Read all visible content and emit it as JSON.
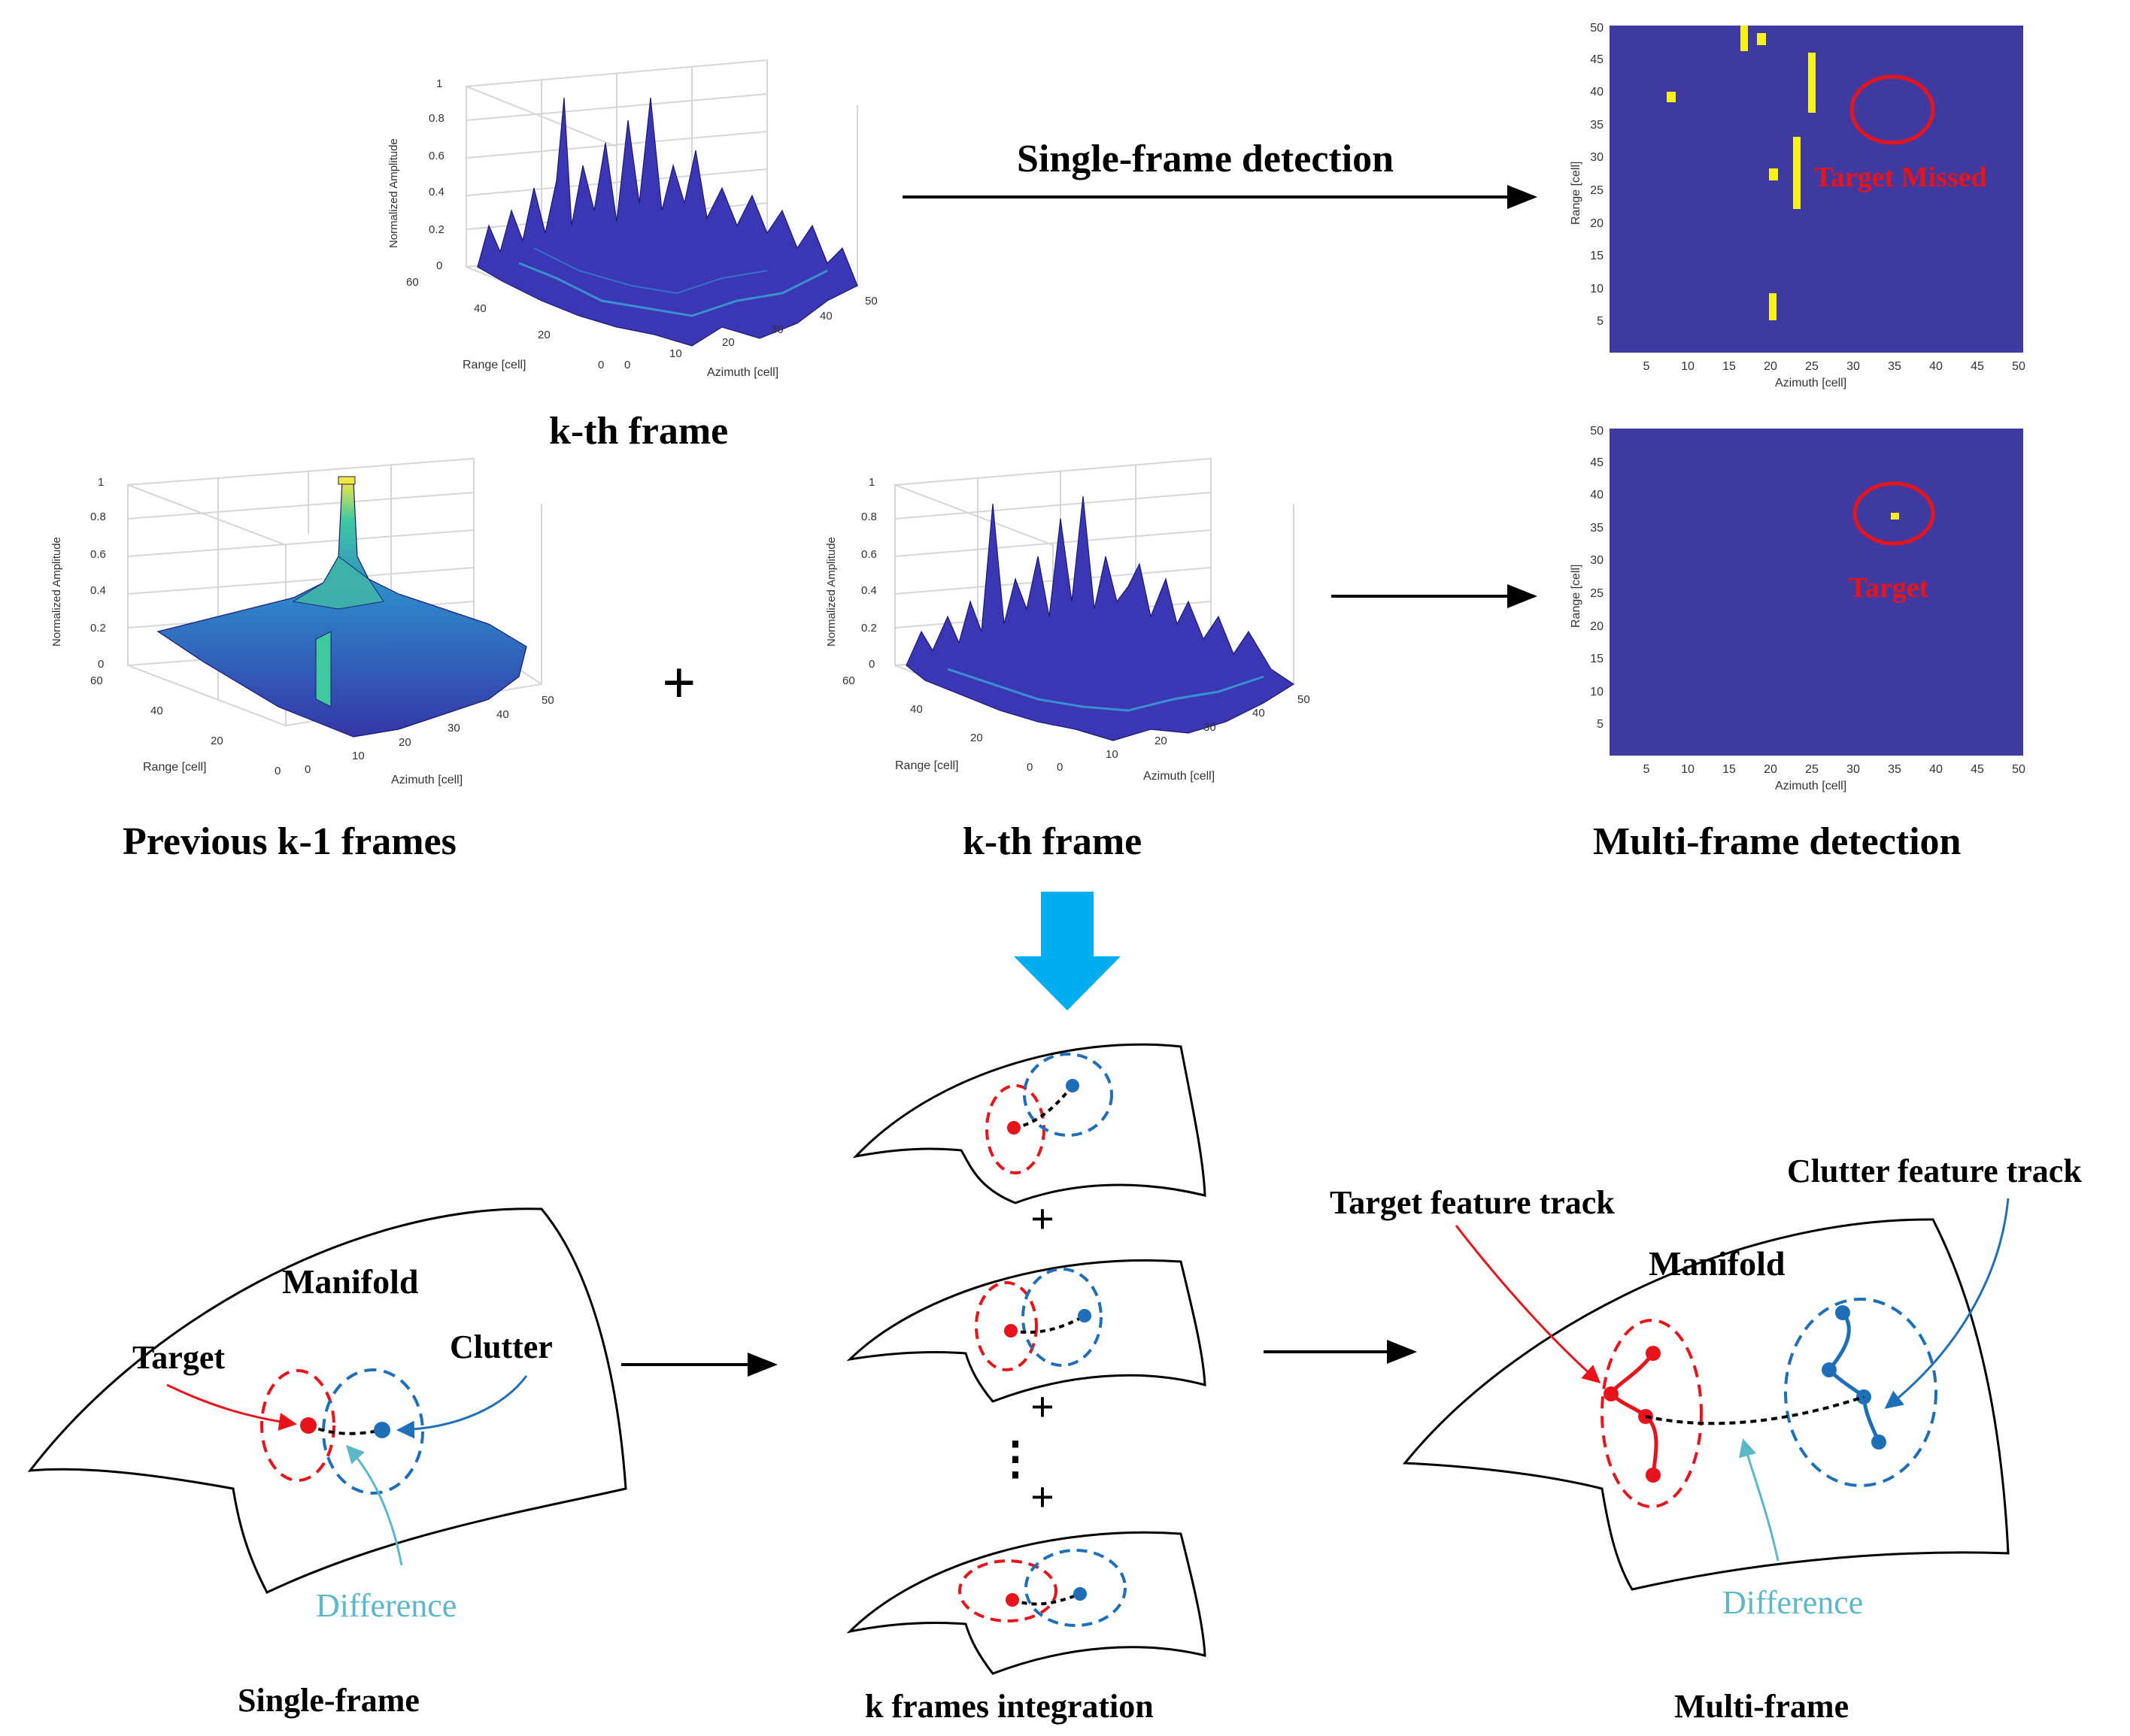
{
  "labels": {
    "single_frame_detection": "Single-frame detection",
    "kth_frame_top": "k-th frame",
    "previous_frames": "Previous k-1 frames",
    "kth_frame_mid": "k-th frame",
    "multi_frame_detection": "Multi-frame  detection",
    "plus": "+",
    "dots": "⋮"
  },
  "surface_plot": {
    "zlabel": "Normalized Amplitude",
    "xlabel": "Range [cell]",
    "ylabel": "Azimuth [cell]",
    "z_ticks": [
      "0",
      "0.2",
      "0.4",
      "0.6",
      "0.8",
      "1"
    ],
    "range_ticks": [
      "0",
      "20",
      "40",
      "60"
    ],
    "azimuth_ticks": [
      "0",
      "10",
      "20",
      "30",
      "40",
      "50"
    ]
  },
  "detection_map": {
    "xlabel": "Azimuth [cell]",
    "ylabel": "Range [cell]",
    "x_ticks": [
      "5",
      "10",
      "15",
      "20",
      "25",
      "30",
      "35",
      "40",
      "45",
      "50"
    ],
    "y_ticks": [
      "5",
      "10",
      "15",
      "20",
      "25",
      "30",
      "35",
      "40",
      "45",
      "50"
    ],
    "background_color": "#3e3aa0",
    "detection_color": "#f7f21c",
    "circle_color": "#e8141c",
    "top_annotation": "Target Missed",
    "bottom_annotation": "Target"
  },
  "manifold": {
    "left_title": "Manifold",
    "right_title": "Manifold",
    "target": "Target",
    "clutter": "Clutter",
    "difference_left": "Difference",
    "difference_right": "Difference",
    "target_feature_track": "Target feature track",
    "clutter_feature_track": "Clutter feature track",
    "caption_single": "Single-frame",
    "caption_integration": "k frames integration",
    "caption_multi": "Multi-frame",
    "target_color": "#e8141c",
    "clutter_color": "#1f6fb8",
    "difference_color": "#5bb8c8",
    "arrow_color": "#00aeef"
  }
}
